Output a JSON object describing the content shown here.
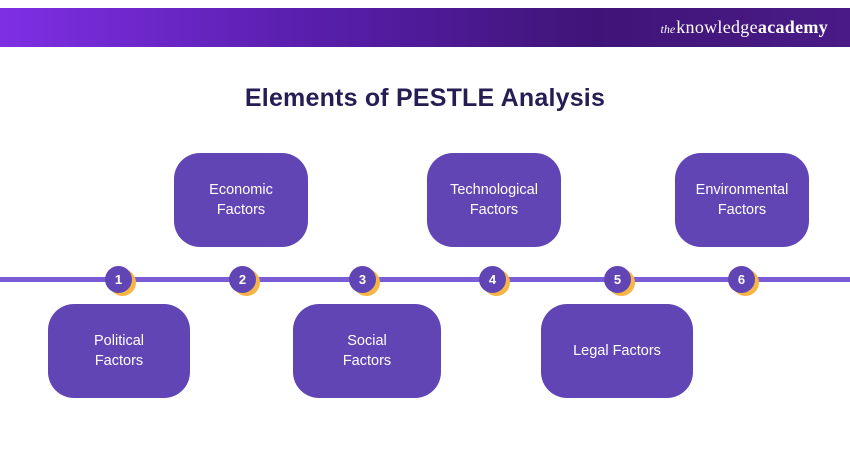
{
  "banner": {
    "logo": {
      "the": "the",
      "knowledge": "knowledge",
      "academy": "academy"
    }
  },
  "title": "Elements of PESTLE Analysis",
  "timeline": {
    "items": [
      {
        "number": "1",
        "label": "Political\nFactors",
        "position": "below"
      },
      {
        "number": "2",
        "label": "Economic\nFactors",
        "position": "above"
      },
      {
        "number": "3",
        "label": "Social\nFactors",
        "position": "below"
      },
      {
        "number": "4",
        "label": "Technological\nFactors",
        "position": "above"
      },
      {
        "number": "5",
        "label": "Legal Factors",
        "position": "below"
      },
      {
        "number": "6",
        "label": "Environmental\nFactors",
        "position": "above"
      }
    ]
  },
  "colors": {
    "box_purple": "#6145b4",
    "line_purple": "#7a5cd6",
    "accent_yellow": "#f6b545",
    "title_navy": "#251d54",
    "banner_gradient_start": "#7e2fe3",
    "banner_gradient_end": "#4a1b86"
  }
}
